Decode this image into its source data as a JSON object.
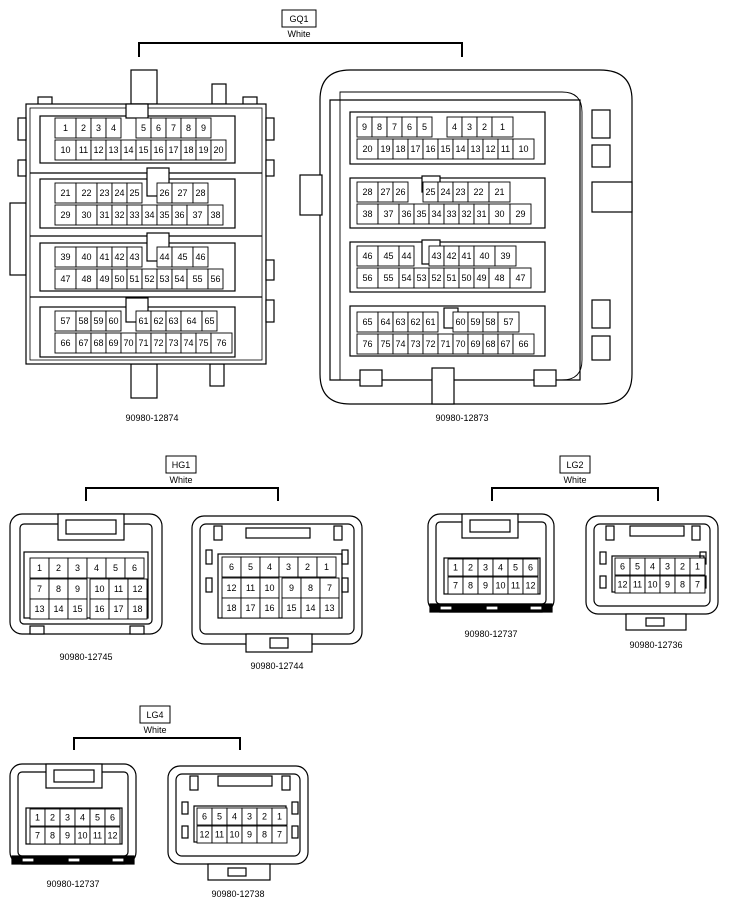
{
  "groups": [
    {
      "id": "GQ1",
      "color": "White",
      "connectors": [
        {
          "part": "90980-12874",
          "rows": [
            [
              "1",
              "2",
              "3",
              "4",
              "",
              "5",
              "6",
              "7",
              "8",
              "9"
            ],
            [
              "10",
              "11",
              "12",
              "13",
              "14",
              "15",
              "16",
              "17",
              "18",
              "19",
              "20"
            ],
            [
              "21",
              "22",
              "23",
              "24",
              "25",
              "",
              "26",
              "27",
              "28"
            ],
            [
              "29",
              "30",
              "31",
              "32",
              "33",
              "34",
              "35",
              "36",
              "37",
              "38"
            ],
            [
              "39",
              "40",
              "41",
              "42",
              "43",
              "",
              "44",
              "45",
              "46"
            ],
            [
              "47",
              "48",
              "49",
              "50",
              "51",
              "52",
              "53",
              "54",
              "55",
              "56"
            ],
            [
              "57",
              "58",
              "59",
              "60",
              "",
              "61",
              "62",
              "63",
              "64",
              "65"
            ],
            [
              "66",
              "67",
              "68",
              "69",
              "70",
              "71",
              "72",
              "73",
              "74",
              "75",
              "76"
            ]
          ]
        },
        {
          "part": "90980-12873",
          "rows": [
            [
              "9",
              "8",
              "7",
              "6",
              "5",
              "",
              "4",
              "3",
              "2",
              "1"
            ],
            [
              "20",
              "19",
              "18",
              "17",
              "16",
              "15",
              "14",
              "13",
              "12",
              "11",
              "10"
            ],
            [
              "28",
              "27",
              "26",
              "",
              "25",
              "24",
              "23",
              "22",
              "21"
            ],
            [
              "38",
              "37",
              "36",
              "35",
              "34",
              "33",
              "32",
              "31",
              "30",
              "29"
            ],
            [
              "46",
              "45",
              "44",
              "",
              "43",
              "42",
              "41",
              "40",
              "39"
            ],
            [
              "56",
              "55",
              "54",
              "53",
              "52",
              "51",
              "50",
              "49",
              "48",
              "47"
            ],
            [
              "65",
              "64",
              "63",
              "62",
              "61",
              "",
              "60",
              "59",
              "58",
              "57"
            ],
            [
              "76",
              "75",
              "74",
              "73",
              "72",
              "71",
              "70",
              "69",
              "68",
              "67",
              "66"
            ]
          ]
        }
      ]
    },
    {
      "id": "HG1",
      "color": "White",
      "connectors": [
        {
          "part": "90980-12745",
          "rows": [
            [
              "1",
              "2",
              "3",
              "4",
              "5",
              "6"
            ],
            [
              "7",
              "8",
              "9",
              "",
              "10",
              "11",
              "12"
            ],
            [
              "13",
              "14",
              "15",
              "",
              "16",
              "17",
              "18"
            ]
          ]
        },
        {
          "part": "90980-12744",
          "rows": [
            [
              "6",
              "5",
              "4",
              "3",
              "2",
              "1"
            ],
            [
              "12",
              "11",
              "10",
              "",
              "9",
              "8",
              "7"
            ],
            [
              "18",
              "17",
              "16",
              "",
              "15",
              "14",
              "13"
            ]
          ]
        }
      ]
    },
    {
      "id": "LG2",
      "color": "White",
      "connectors": [
        {
          "part": "90980-12737",
          "rows": [
            [
              "1",
              "2",
              "3",
              "4",
              "5",
              "6"
            ],
            [
              "7",
              "8",
              "9",
              "10",
              "11",
              "12"
            ]
          ]
        },
        {
          "part": "90980-12736",
          "rows": [
            [
              "6",
              "5",
              "4",
              "3",
              "2",
              "1"
            ],
            [
              "12",
              "11",
              "10",
              "9",
              "8",
              "7"
            ]
          ]
        }
      ]
    },
    {
      "id": "LG4",
      "color": "White",
      "connectors": [
        {
          "part": "90980-12737",
          "rows": [
            [
              "1",
              "2",
              "3",
              "4",
              "5",
              "6"
            ],
            [
              "7",
              "8",
              "9",
              "10",
              "11",
              "12"
            ]
          ]
        },
        {
          "part": "90980-12738",
          "rows": [
            [
              "6",
              "5",
              "4",
              "3",
              "2",
              "1"
            ],
            [
              "12",
              "11",
              "10",
              "9",
              "8",
              "7"
            ]
          ]
        }
      ]
    }
  ]
}
